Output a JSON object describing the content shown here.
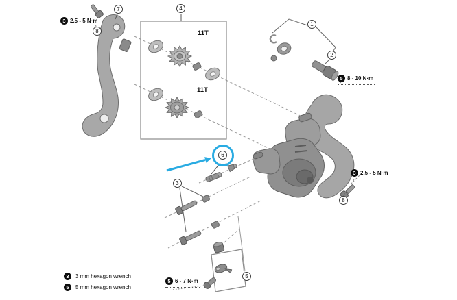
{
  "highlight": {
    "color": "#29abe2",
    "part_number": "6"
  },
  "parts": {
    "p1": "1",
    "p2": "2",
    "p3": "3",
    "p4": "4",
    "p5": "5",
    "p6": "6",
    "p7": "7",
    "p8a": "8",
    "p8b": "8"
  },
  "pulley_box": {
    "label_top": "11T",
    "label_bottom": "11T"
  },
  "torque_callouts": {
    "top_left": {
      "tool": "3",
      "text": "2.5 - 5 N·m"
    },
    "top_right": {
      "tool": "5",
      "text": "8 - 10 N·m"
    },
    "mid_right": {
      "tool": "3",
      "text": "2.5 - 5 N·m"
    },
    "bottom": {
      "tool": "5",
      "text": "6 - 7 N·m"
    }
  },
  "legend": {
    "items": [
      {
        "tool": "3",
        "label": "3 mm hexagon wrench"
      },
      {
        "tool": "5",
        "label": "5 mm hexagon wrench"
      }
    ]
  }
}
